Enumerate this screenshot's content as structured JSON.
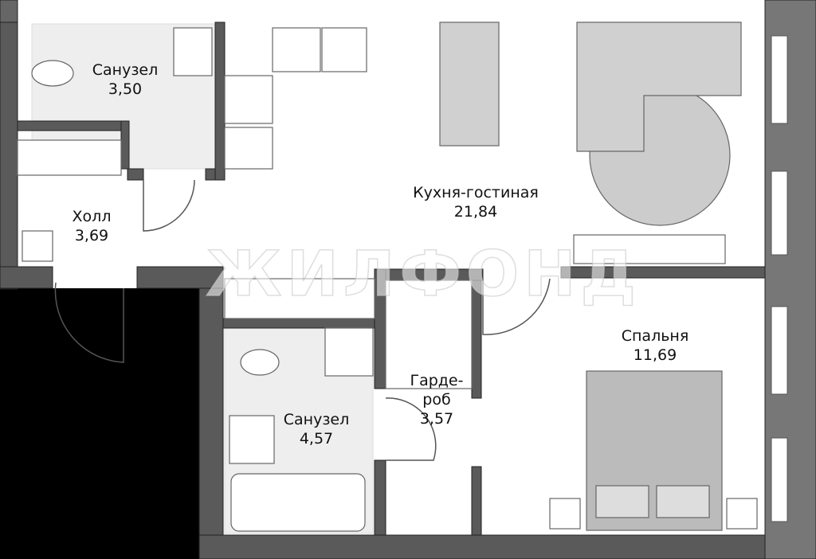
{
  "rooms": [
    {
      "name": "Санузел",
      "area": "3,50"
    },
    {
      "name": "Холл",
      "area": "3,69"
    },
    {
      "name": "Кухня-гостиная",
      "area": "21,84"
    },
    {
      "name": "Спальня",
      "area": "11,69"
    },
    {
      "name_line1": "Гарде-",
      "name_line2": "роб",
      "area": "3,57"
    },
    {
      "name": "Санузел",
      "area": "4,57"
    }
  ],
  "watermark": "ЖИЛФОНД",
  "colors": {
    "wall": "#5a5a5a",
    "furniture": "#c8c8c8",
    "outside": "#000000",
    "tile": "#e6e6e6"
  }
}
